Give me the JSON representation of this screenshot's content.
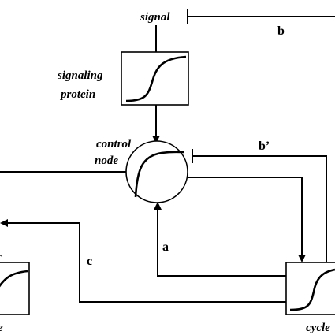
{
  "labels": {
    "signal": "signal",
    "signaling_protein_line1": "signaling",
    "signaling_protein_line2": "protein",
    "control_node_line1": "control",
    "control_node_line2": "node",
    "cycle": "cycle",
    "left_cut_label": "e",
    "left_cut_mark": "r"
  },
  "edges": {
    "a": "a",
    "b": "b",
    "b_prime": "b’",
    "c": "c"
  }
}
